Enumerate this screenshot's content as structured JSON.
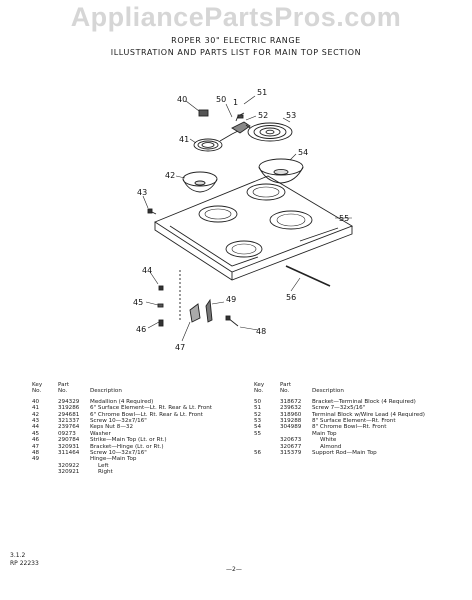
{
  "watermark": "AppliancePartsPros.com",
  "heading": {
    "model": "ROPER 30\" ELECTRIC RANGE",
    "subtitle": "ILLUSTRATION AND PARTS LIST FOR MAIN TOP SECTION"
  },
  "diagram": {
    "callouts": [
      "40",
      "50",
      "1",
      "51",
      "52",
      "53",
      "41",
      "54",
      "42",
      "43",
      "55",
      "44",
      "45",
      "49",
      "56",
      "46",
      "48",
      "47"
    ]
  },
  "table_headers": {
    "key": "Key",
    "no": "No.",
    "part": "Part",
    "part_no": "No.",
    "description": "Description"
  },
  "parts_left": [
    {
      "key": "40",
      "part": "294329",
      "desc": "Medallion (4 Required)"
    },
    {
      "key": "41",
      "part": "319286",
      "desc": "6\" Surface Element—Lt. Rt. Rear & Lt. Front"
    },
    {
      "key": "42",
      "part": "294681",
      "desc": "6\" Chrome Bowl—Lt. Rt. Rear & Lt. Front"
    },
    {
      "key": "43",
      "part": "321337",
      "desc": "Screw 10—32x7/16\""
    },
    {
      "key": "44",
      "part": "239764",
      "desc": "Keps Nut 8—32"
    },
    {
      "key": "45",
      "part": "09273",
      "desc": "Washer"
    },
    {
      "key": "46",
      "part": "290784",
      "desc": "Strike—Main Top (Lt. or Rt.)"
    },
    {
      "key": "47",
      "part": "320931",
      "desc": "Bracket—Hinge (Lt. or Rt.)"
    },
    {
      "key": "48",
      "part": "311464",
      "desc": "Screw 10—32x7/16\""
    },
    {
      "key": "49",
      "part": "",
      "desc": "Hinge—Main Top"
    },
    {
      "key": "",
      "part": "320922",
      "desc": "Left"
    },
    {
      "key": "",
      "part": "320921",
      "desc": "Right"
    }
  ],
  "parts_right": [
    {
      "key": "50",
      "part": "318672",
      "desc": "Bracket—Terminal Block (4 Required)"
    },
    {
      "key": "51",
      "part": "239632",
      "desc": "Screw 7—32x5/16\""
    },
    {
      "key": "52",
      "part": "318960",
      "desc": "Terminal Block w/Wire Lead (4 Required)"
    },
    {
      "key": "53",
      "part": "319288",
      "desc": "8\" Surface Element—Rt. Front"
    },
    {
      "key": "54",
      "part": "304989",
      "desc": "8\" Chrome Bowl—Rt. Front"
    },
    {
      "key": "55",
      "part": "",
      "desc": "Main Top"
    },
    {
      "key": "",
      "part": "320673",
      "desc": "White"
    },
    {
      "key": "",
      "part": "320677",
      "desc": "Almond"
    },
    {
      "key": "56",
      "part": "315379",
      "desc": "Support Rod—Main Top"
    }
  ],
  "footer": {
    "code1": "3.1.2",
    "code2": "RP 22233",
    "page": "—2—"
  }
}
